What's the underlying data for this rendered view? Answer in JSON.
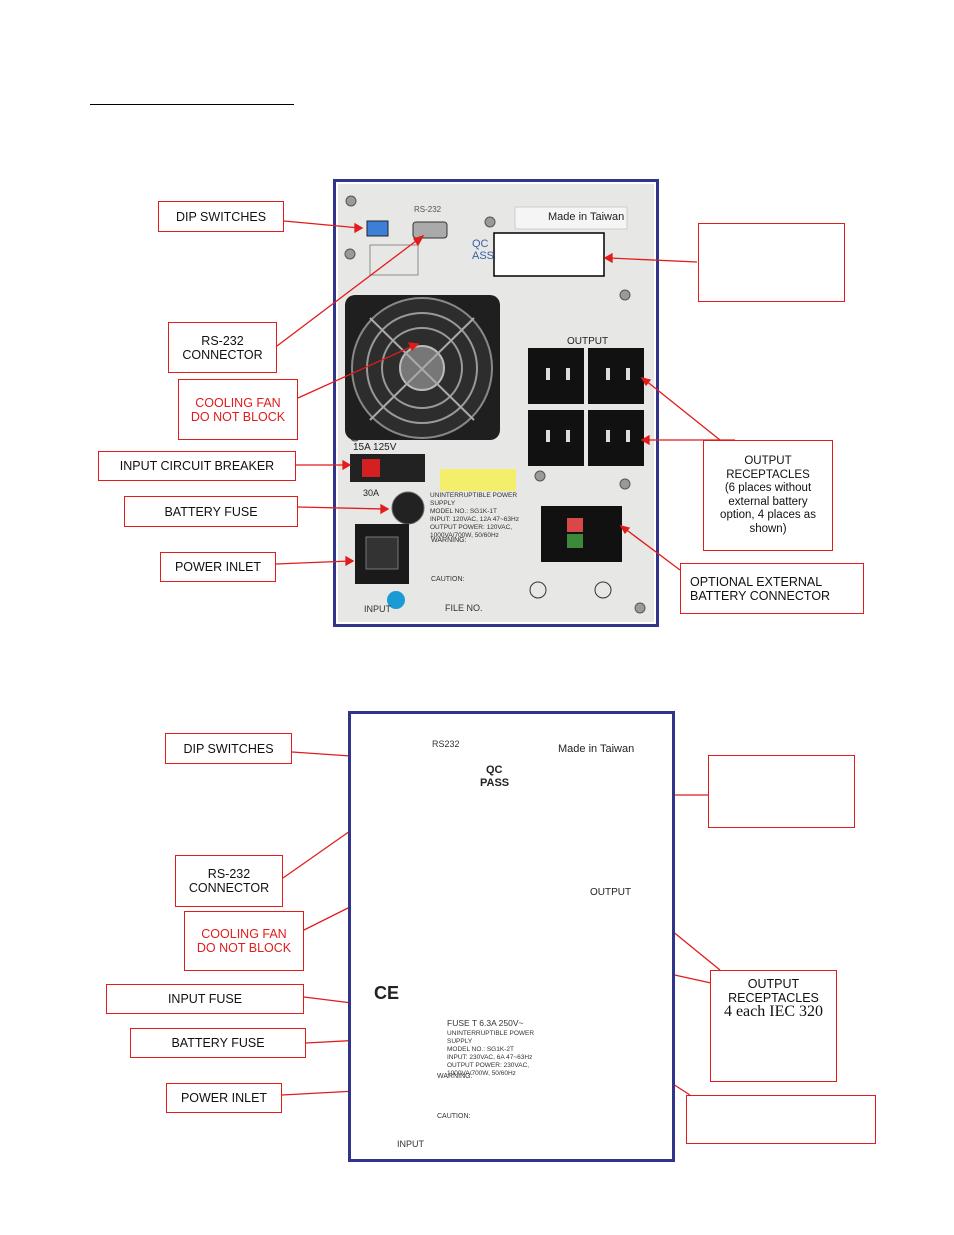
{
  "top_panel": {
    "made_in": "Made in Taiwan",
    "output_label": "OUTPUT",
    "rs232_label": "RS-232",
    "qc_label": "QC",
    "pass_label": "ASS",
    "breaker_rating": "15A 125V",
    "fuse_rating": "30A",
    "input_label": "INPUT",
    "file_no": "FILE NO.",
    "warning": "WARNING:",
    "caution": "CAUTION:",
    "ups_text": "UNINTERRUPTIBLE POWER SUPPLY",
    "model_text": "MODEL NO.: SG1K-1T",
    "input_text": "INPUT: 120VAC, 12A 47~63Hz",
    "output_text": "OUTPUT POWER: 120VAC,",
    "output_text2": "1000VA/700W, 50/60Hz",
    "callouts": {
      "dip": "DIP SWITCHES",
      "rs232": "RS-232\nCONNECTOR",
      "fan": "COOLING FAN\nDO NOT BLOCK",
      "breaker": "INPUT CIRCUIT BREAKER",
      "battery_fuse": "BATTERY FUSE",
      "power_inlet": "POWER INLET",
      "output": "OUTPUT\nRECEPTACLES\n(6 places without\nexternal battery\noption,  4 places as\nshown)",
      "ext_battery": "OPTIONAL EXTERNAL\nBATTERY CONNECTOR",
      "blank_right": ""
    }
  },
  "bottom_panel": {
    "made_in": "Made in Taiwan",
    "output_label": "OUTPUT",
    "rs232_label": "RS232",
    "qc_label": "QC",
    "pass_label": "PASS",
    "fuse_text": "FUSE T 6.3A 250V~",
    "input_label": "INPUT",
    "ce_label": "CE",
    "warning": "WARNING:",
    "caution": "CAUTION:",
    "ups_text": "UNINTERRUPTIBLE POWER SUPPLY",
    "model_text": "MODEL NO.: SG1K-2T",
    "input_text": "INPUT: 230VAC, 6A 47~63Hz",
    "output_text": "OUTPUT POWER: 230VAC,",
    "output_text2": "1000VA/700W, 50/60Hz",
    "callouts": {
      "dip": "DIP SWITCHES",
      "rs232": "RS-232\nCONNECTOR",
      "fan": "COOLING FAN\nDO NOT BLOCK",
      "input_fuse": "INPUT FUSE",
      "battery_fuse": "BATTERY FUSE",
      "power_inlet": "POWER INLET",
      "output_title": "OUTPUT\nRECEPTACLES",
      "output_sub": "4 each IEC 320",
      "blank_right": "",
      "blank_bottom": ""
    }
  },
  "colors": {
    "frame": "#30348a",
    "callout_red": "#e21b1b",
    "panel": "#e7e7e5",
    "label_yellow": "#f3ef6a"
  }
}
